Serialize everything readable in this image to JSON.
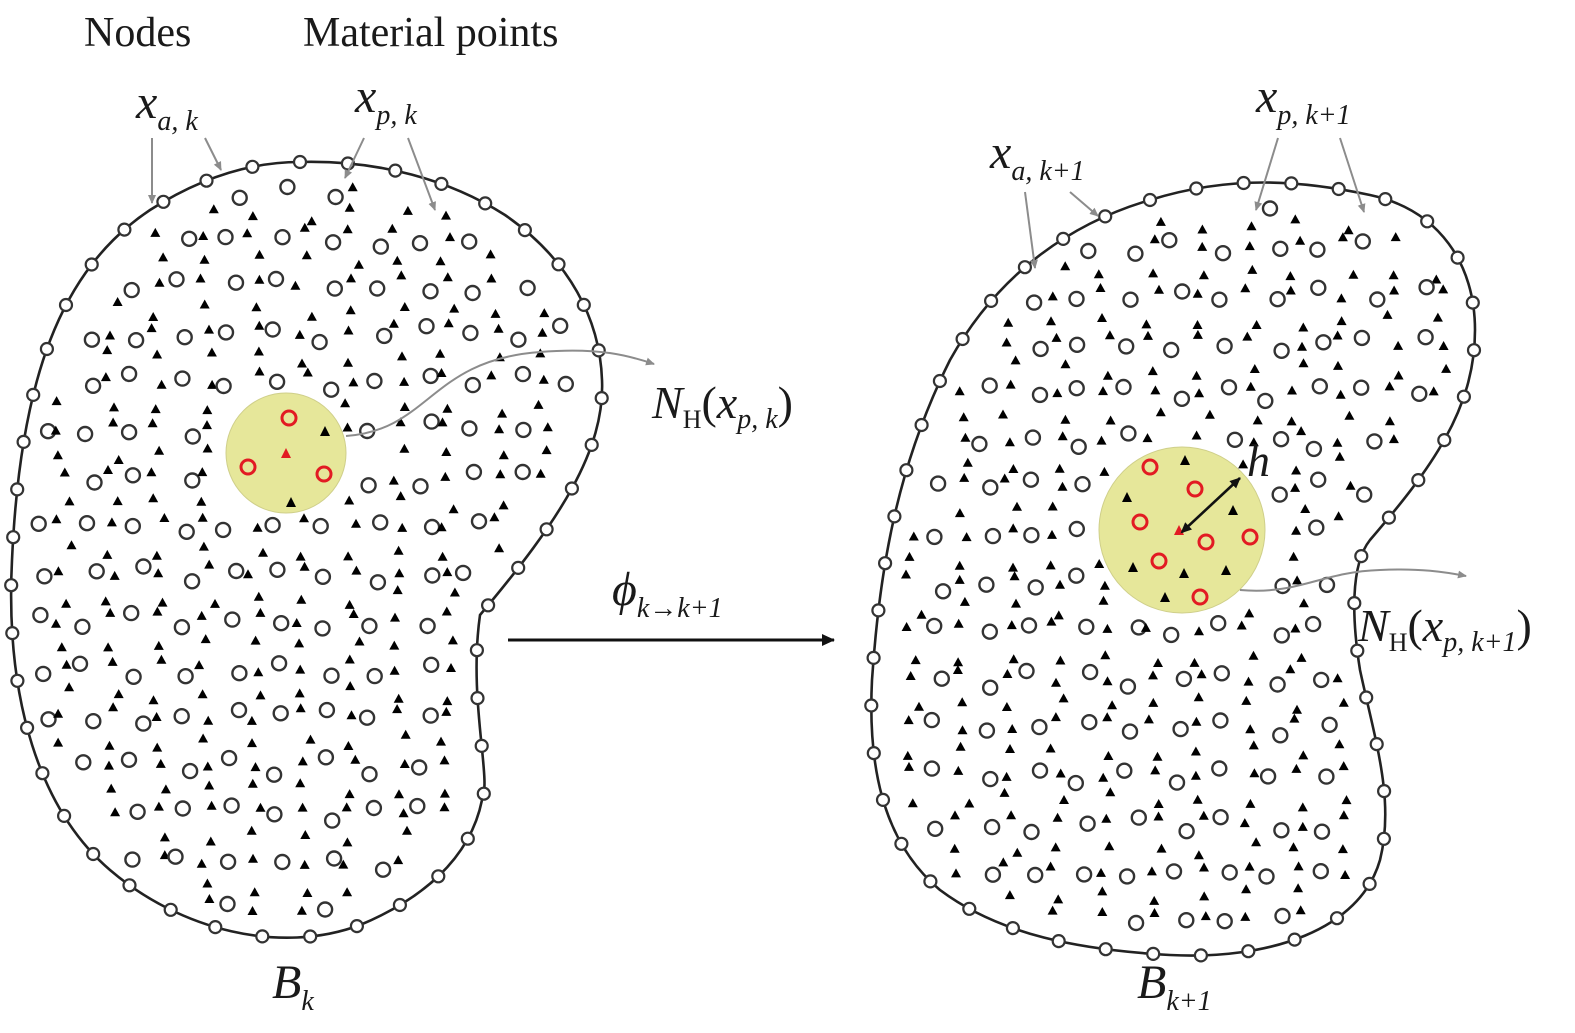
{
  "header": {
    "nodes_label": "Nodes",
    "material_points_label": "Material points"
  },
  "left_body": {
    "node_symbol": "x",
    "node_subscript": "a, k",
    "point_symbol": "x",
    "point_subscript": "p, k",
    "neighborhood_symbol": "N",
    "neighborhood_sub": "H",
    "neighborhood_open": "(",
    "neighborhood_arg": "x",
    "neighborhood_arg_sub": "p, k",
    "neighborhood_close": ")",
    "body_symbol": "B",
    "body_subscript": "k"
  },
  "right_body": {
    "node_symbol": "x",
    "node_subscript": "a, k+1",
    "point_symbol": "x",
    "point_subscript": "p, k+1",
    "radius_label": "h",
    "neighborhood_symbol": "N",
    "neighborhood_sub": "H",
    "neighborhood_open": "(",
    "neighborhood_arg": "x",
    "neighborhood_arg_sub": "p, k+1",
    "neighborhood_close": ")",
    "body_symbol": "B",
    "body_subscript": "k+1"
  },
  "mapping": {
    "symbol": "ϕ",
    "subscript": "k→k+1"
  },
  "colors": {
    "outline": "#222222",
    "node": "#333333",
    "material_point": "#000000",
    "neighborhood_fill": "#e6e79a",
    "neighbor_highlight": "#e21b23",
    "leader_arrow": "#8c8c8c"
  }
}
